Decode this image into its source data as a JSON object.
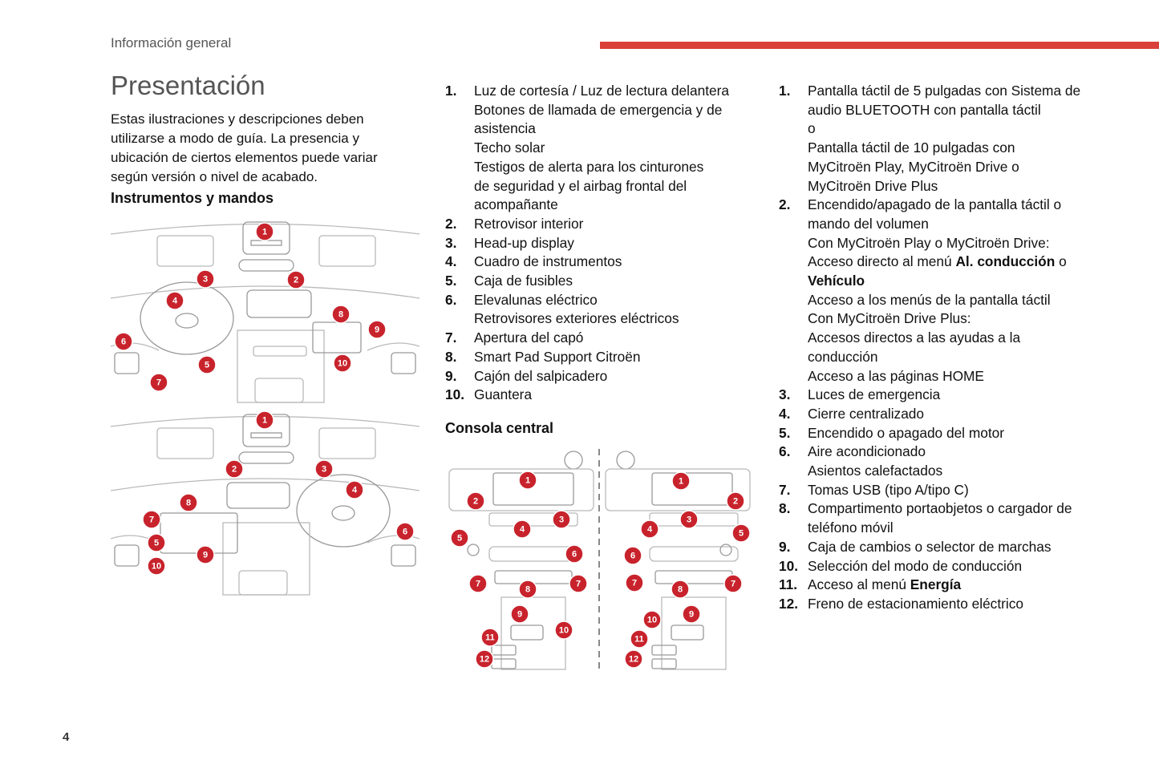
{
  "header": {
    "section_label": "Información general"
  },
  "page_title": "Presentación",
  "intro_text": "Estas ilustraciones y descripciones deben utilizarse a modo de guía. La presencia y ubicación de ciertos elementos puede variar según versión o nivel de acabado.",
  "instrumentos": {
    "heading": "Instrumentos y mandos",
    "items": [
      {
        "num": "1.",
        "lines": [
          "Luz de cortesía / Luz de lectura delantera",
          "Botones de llamada de emergencia y de",
          "asistencia",
          "Techo solar",
          "Testigos de alerta para los cinturones",
          "de seguridad y el airbag frontal del",
          "acompañante"
        ]
      },
      {
        "num": "2.",
        "lines": [
          "Retrovisor interior"
        ]
      },
      {
        "num": "3.",
        "lines": [
          "Head-up display"
        ]
      },
      {
        "num": "4.",
        "lines": [
          "Cuadro de instrumentos"
        ]
      },
      {
        "num": "5.",
        "lines": [
          "Caja de fusibles"
        ]
      },
      {
        "num": "6.",
        "lines": [
          "Elevalunas eléctrico",
          "Retrovisores exteriores eléctricos"
        ]
      },
      {
        "num": "7.",
        "lines": [
          "Apertura del capó"
        ]
      },
      {
        "num": "8.",
        "lines": [
          "Smart Pad Support Citroën"
        ]
      },
      {
        "num": "9.",
        "lines": [
          "Cajón del salpicadero"
        ]
      },
      {
        "num": "10.",
        "lines": [
          "Guantera"
        ]
      }
    ]
  },
  "consola": {
    "heading": "Consola central",
    "items": [
      {
        "num": "1.",
        "lines": [
          "Pantalla táctil de 5 pulgadas con Sistema de",
          "audio BLUETOOTH con pantalla táctil",
          "o",
          "Pantalla táctil de 10 pulgadas con",
          "MyCitroën Play, MyCitroën Drive o",
          "MyCitroën Drive Plus"
        ]
      },
      {
        "num": "2.",
        "lines": [
          "Encendido/apagado de la pantalla táctil o",
          "mando del volumen",
          "Con MyCitroën Play o MyCitroën Drive:"
        ]
      },
      {
        "num": "",
        "lines": []
      },
      {
        "num": "",
        "lines": [
          "Acceso a los menús de la pantalla táctil",
          "Con MyCitroën Drive Plus:",
          "Accesos directos a las ayudas a la",
          "conducción",
          "Acceso a las páginas HOME"
        ]
      },
      {
        "num": "3.",
        "lines": [
          "Luces de emergencia"
        ]
      },
      {
        "num": "4.",
        "lines": [
          "Cierre centralizado"
        ]
      },
      {
        "num": "5.",
        "lines": [
          "Encendido o apagado del motor"
        ]
      },
      {
        "num": "6.",
        "lines": [
          "Aire acondicionado",
          "Asientos calefactados"
        ]
      },
      {
        "num": "7.",
        "lines": [
          "Tomas USB (tipo A/tipo C)"
        ]
      },
      {
        "num": "8.",
        "lines": [
          "Compartimento portaobjetos o cargador de",
          "teléfono móvil"
        ]
      },
      {
        "num": "9.",
        "lines": [
          "Caja de cambios o selector de marchas"
        ]
      },
      {
        "num": "10.",
        "lines": [
          "Selección del modo de conducción"
        ]
      },
      {
        "num": "11.",
        "lines": [
          "Acceso al menú "
        ],
        "bold": "Energía"
      },
      {
        "num": "12.",
        "lines": [
          "Freno de estacionamiento eléctrico"
        ]
      }
    ],
    "direct_access": {
      "prefix": "Acceso directo al menú ",
      "opt1": "Al. conducción",
      "middle": " o",
      "opt2": "Vehículo"
    }
  },
  "illustration_callouts": {
    "dash_lhd": [
      "1",
      "2",
      "3",
      "4",
      "5",
      "6",
      "7",
      "8",
      "9",
      "10"
    ],
    "dash_rhd": [
      "1",
      "2",
      "3",
      "4",
      "5",
      "6",
      "7",
      "8",
      "9",
      "10"
    ],
    "console_lhd": [
      "1",
      "2",
      "3",
      "4",
      "5",
      "6",
      "7",
      "7",
      "8",
      "9",
      "10",
      "11",
      "12"
    ],
    "console_rhd": [
      "1",
      "2",
      "3",
      "4",
      "5",
      "6",
      "7",
      "7",
      "8",
      "9",
      "10",
      "11",
      "12"
    ]
  },
  "page_number": "4"
}
